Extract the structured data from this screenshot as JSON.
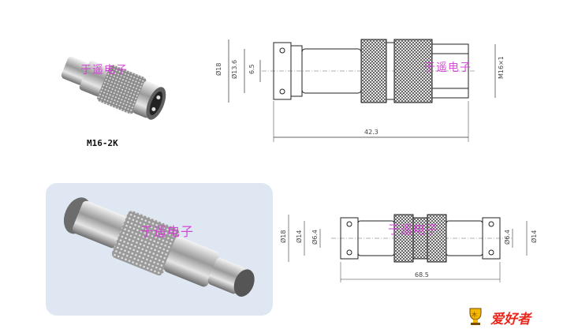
{
  "product": {
    "model": "M16-2K"
  },
  "watermark": "于遥电子",
  "logo": {
    "text": "爱好者",
    "icon": "trophy-icon"
  },
  "drawing_top": {
    "total_length": "42.3",
    "outer_diameter": "Ø18",
    "inner_diameter": "Ø13.6",
    "pin_spacing": "6.5",
    "thread": "M16×1"
  },
  "drawing_bottom": {
    "total_length": "68.5",
    "left_outer": "Ø18",
    "left_mid": "Ø14",
    "left_inner": "Ø6.4",
    "right_inner": "Ø6.4",
    "right_outer": "Ø14"
  },
  "colors": {
    "watermark": "#d23ad3",
    "photo_bg": "#dfe7f2",
    "logo": "#e8281d"
  }
}
